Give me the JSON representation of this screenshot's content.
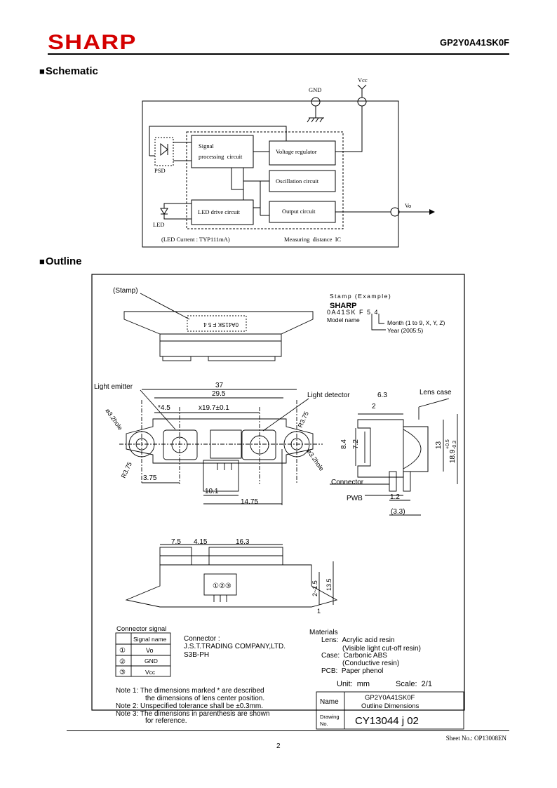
{
  "header": {
    "brand": "SHARP",
    "part_number": "GP2Y0A41SK0F"
  },
  "sections": {
    "schematic": "Schematic",
    "outline": "Outline",
    "bullet": "■"
  },
  "schematic": {
    "vcc": "Vcc",
    "gnd": "GND",
    "psd": "PSD",
    "led": "LED",
    "vo": "Vo",
    "signal_line1": "Signal",
    "signal_line2": "processing  circuit",
    "voltage_regulator": "Voltage regulator",
    "oscillation": "Oscillation circuit",
    "led_drive": "LED drive circuit",
    "output": "Output circuit",
    "led_current": "(LED Current : TYP111mA)",
    "measuring_ic": "Measuring  distance  IC"
  },
  "outline": {
    "stamp": "(Stamp)",
    "stamp_example": "Stamp (Example)",
    "stamp_brand": "SHARP",
    "stamp_code": "0A41SK F 5 4",
    "model_name": "Model name",
    "month": "Month (1 to 9, X, Y, Z)",
    "year": "Year (2005:5)",
    "dims": {
      "d37": "37",
      "d29_5": "29.5",
      "d4_5": "*4.5",
      "dx19_7": "x19.7±0.1",
      "d6_3": "6.3",
      "d2": "2",
      "d8_4": "8.4",
      "d7_2": "7.2",
      "d13": "13",
      "d18_9": "18.9",
      "d18_9_tol_up": "+0.5",
      "d18_9_tol_dn": "-0.3",
      "d3_75": "3.75",
      "d10_1": "10.1",
      "d14_75": "14.75",
      "d1_2": "1.2",
      "d3_3": "(3.3)",
      "d7_5": "7.5",
      "d4_15": "4.15",
      "d16_3": "16.3",
      "d2_15": "2~1.5",
      "d13_5": "13.5",
      "d1": "1",
      "r3_75_a": "R3.75",
      "r3_75_b": "R3.75",
      "hole_a": "ø3.2hole",
      "hole_b": "ø3.2hole"
    },
    "labels": {
      "light_emitter": "Light emitter",
      "light_detector": "Light detector",
      "lens_case": "Lens case",
      "connector": "Connector",
      "pwb": "PWB"
    },
    "connector_signal": {
      "title": "Connector signal",
      "header": "Signal name",
      "rows": [
        {
          "num": "①",
          "name": "Vo"
        },
        {
          "num": "②",
          "name": "GND"
        },
        {
          "num": "③",
          "name": "Vcc"
        }
      ]
    },
    "connector_info": [
      "Connector :",
      "J.S.T.TRADING COMPANY,LTD.",
      "S3B-PH"
    ],
    "materials": {
      "title": "Materials",
      "lines": [
        "Lens:  Acrylic acid resin",
        "(Visible light cut-off resin)",
        "Case:  Carbonic ABS",
        "(Conductive resin)",
        "PCB:  Paper phenol"
      ]
    },
    "notes": [
      "Note 1: The dimensions marked * are described",
      "the dimensions of lens center position.",
      "Note 2: Unspecified tolerance shall be ±0.3mm.",
      "Note 3: The dimensions in parenthesis are shown",
      "for reference."
    ],
    "unit": "Unit:  mm",
    "scale": "Scale:  2/1",
    "title_block": {
      "name_label": "Name",
      "name_value1": "GP2Y0A41SK0F",
      "name_value2": "Outline Dimensions",
      "drawing_label1": "Drawing",
      "drawing_label2": "No.",
      "drawing_no": "CY13044 j 02"
    }
  },
  "footer": {
    "sheet_no": "Sheet No.: OP13008EN",
    "page": "2"
  }
}
